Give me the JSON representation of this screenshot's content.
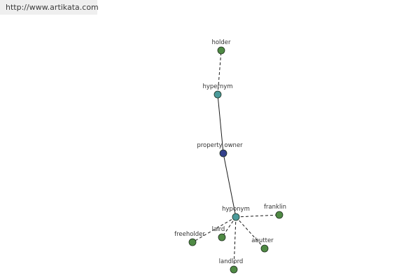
{
  "watermark": {
    "url": "http://www.artikata.com"
  },
  "colors": {
    "center_node": "#33418c",
    "relation_node": "#4a9a9a",
    "word_node": "#4f8a44",
    "node_stroke": "#1f2f1f",
    "solid_edge": "#1a1a1a",
    "dashed_edge": "#1a1a1a"
  },
  "graph": {
    "nodes": [
      {
        "id": "holder",
        "label": "holder",
        "kind": "word"
      },
      {
        "id": "hypernym",
        "label": "hypernym",
        "kind": "relation"
      },
      {
        "id": "property_owner",
        "label": "property owner",
        "kind": "center"
      },
      {
        "id": "hyponym",
        "label": "hyponym",
        "kind": "relation"
      },
      {
        "id": "franklin",
        "label": "franklin",
        "kind": "word"
      },
      {
        "id": "laird",
        "label": "laird",
        "kind": "word"
      },
      {
        "id": "freeholder",
        "label": "freeholder",
        "kind": "word"
      },
      {
        "id": "abutter",
        "label": "abutter",
        "kind": "word"
      },
      {
        "id": "landlord",
        "label": "landlord",
        "kind": "word"
      }
    ],
    "edges": [
      {
        "from": "hypernym",
        "to": "holder",
        "style": "dashed"
      },
      {
        "from": "property_owner",
        "to": "hypernym",
        "style": "solid"
      },
      {
        "from": "property_owner",
        "to": "hyponym",
        "style": "solid"
      },
      {
        "from": "hyponym",
        "to": "franklin",
        "style": "dashed"
      },
      {
        "from": "hyponym",
        "to": "laird",
        "style": "dashed"
      },
      {
        "from": "hyponym",
        "to": "freeholder",
        "style": "dashed"
      },
      {
        "from": "hyponym",
        "to": "abutter",
        "style": "dashed"
      },
      {
        "from": "hyponym",
        "to": "landlord",
        "style": "dashed"
      }
    ]
  }
}
